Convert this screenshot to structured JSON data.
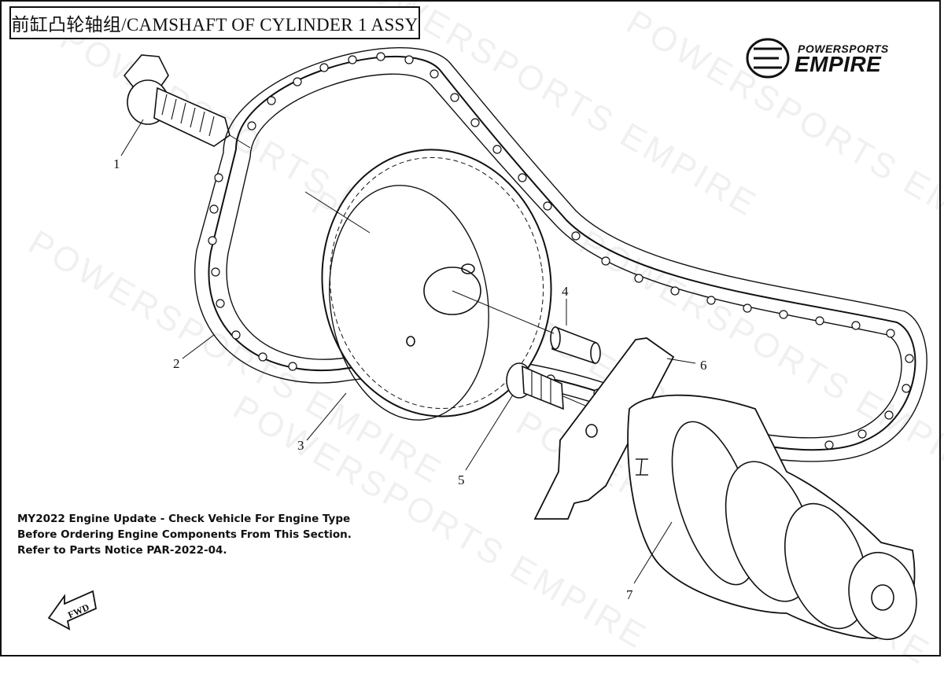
{
  "title": "前缸凸轮轴组/CAMSHAFT OF CYLINDER 1 ASSY",
  "brand": {
    "top": "POWERSPORTS",
    "main": "EMPIRE"
  },
  "watermark": "POWERSPORTS EMPIRE",
  "notice": {
    "line1": "MY2022 Engine Update - Check Vehicle For Engine Type",
    "line2": "Before Ordering Engine Components From This Section.",
    "line3": "Refer to Parts Notice PAR-2022-04."
  },
  "fwd_label": "FWD",
  "callouts": [
    "1",
    "2",
    "3",
    "4",
    "5",
    "6",
    "7"
  ],
  "colors": {
    "ink": "#111111",
    "background": "#ffffff"
  }
}
